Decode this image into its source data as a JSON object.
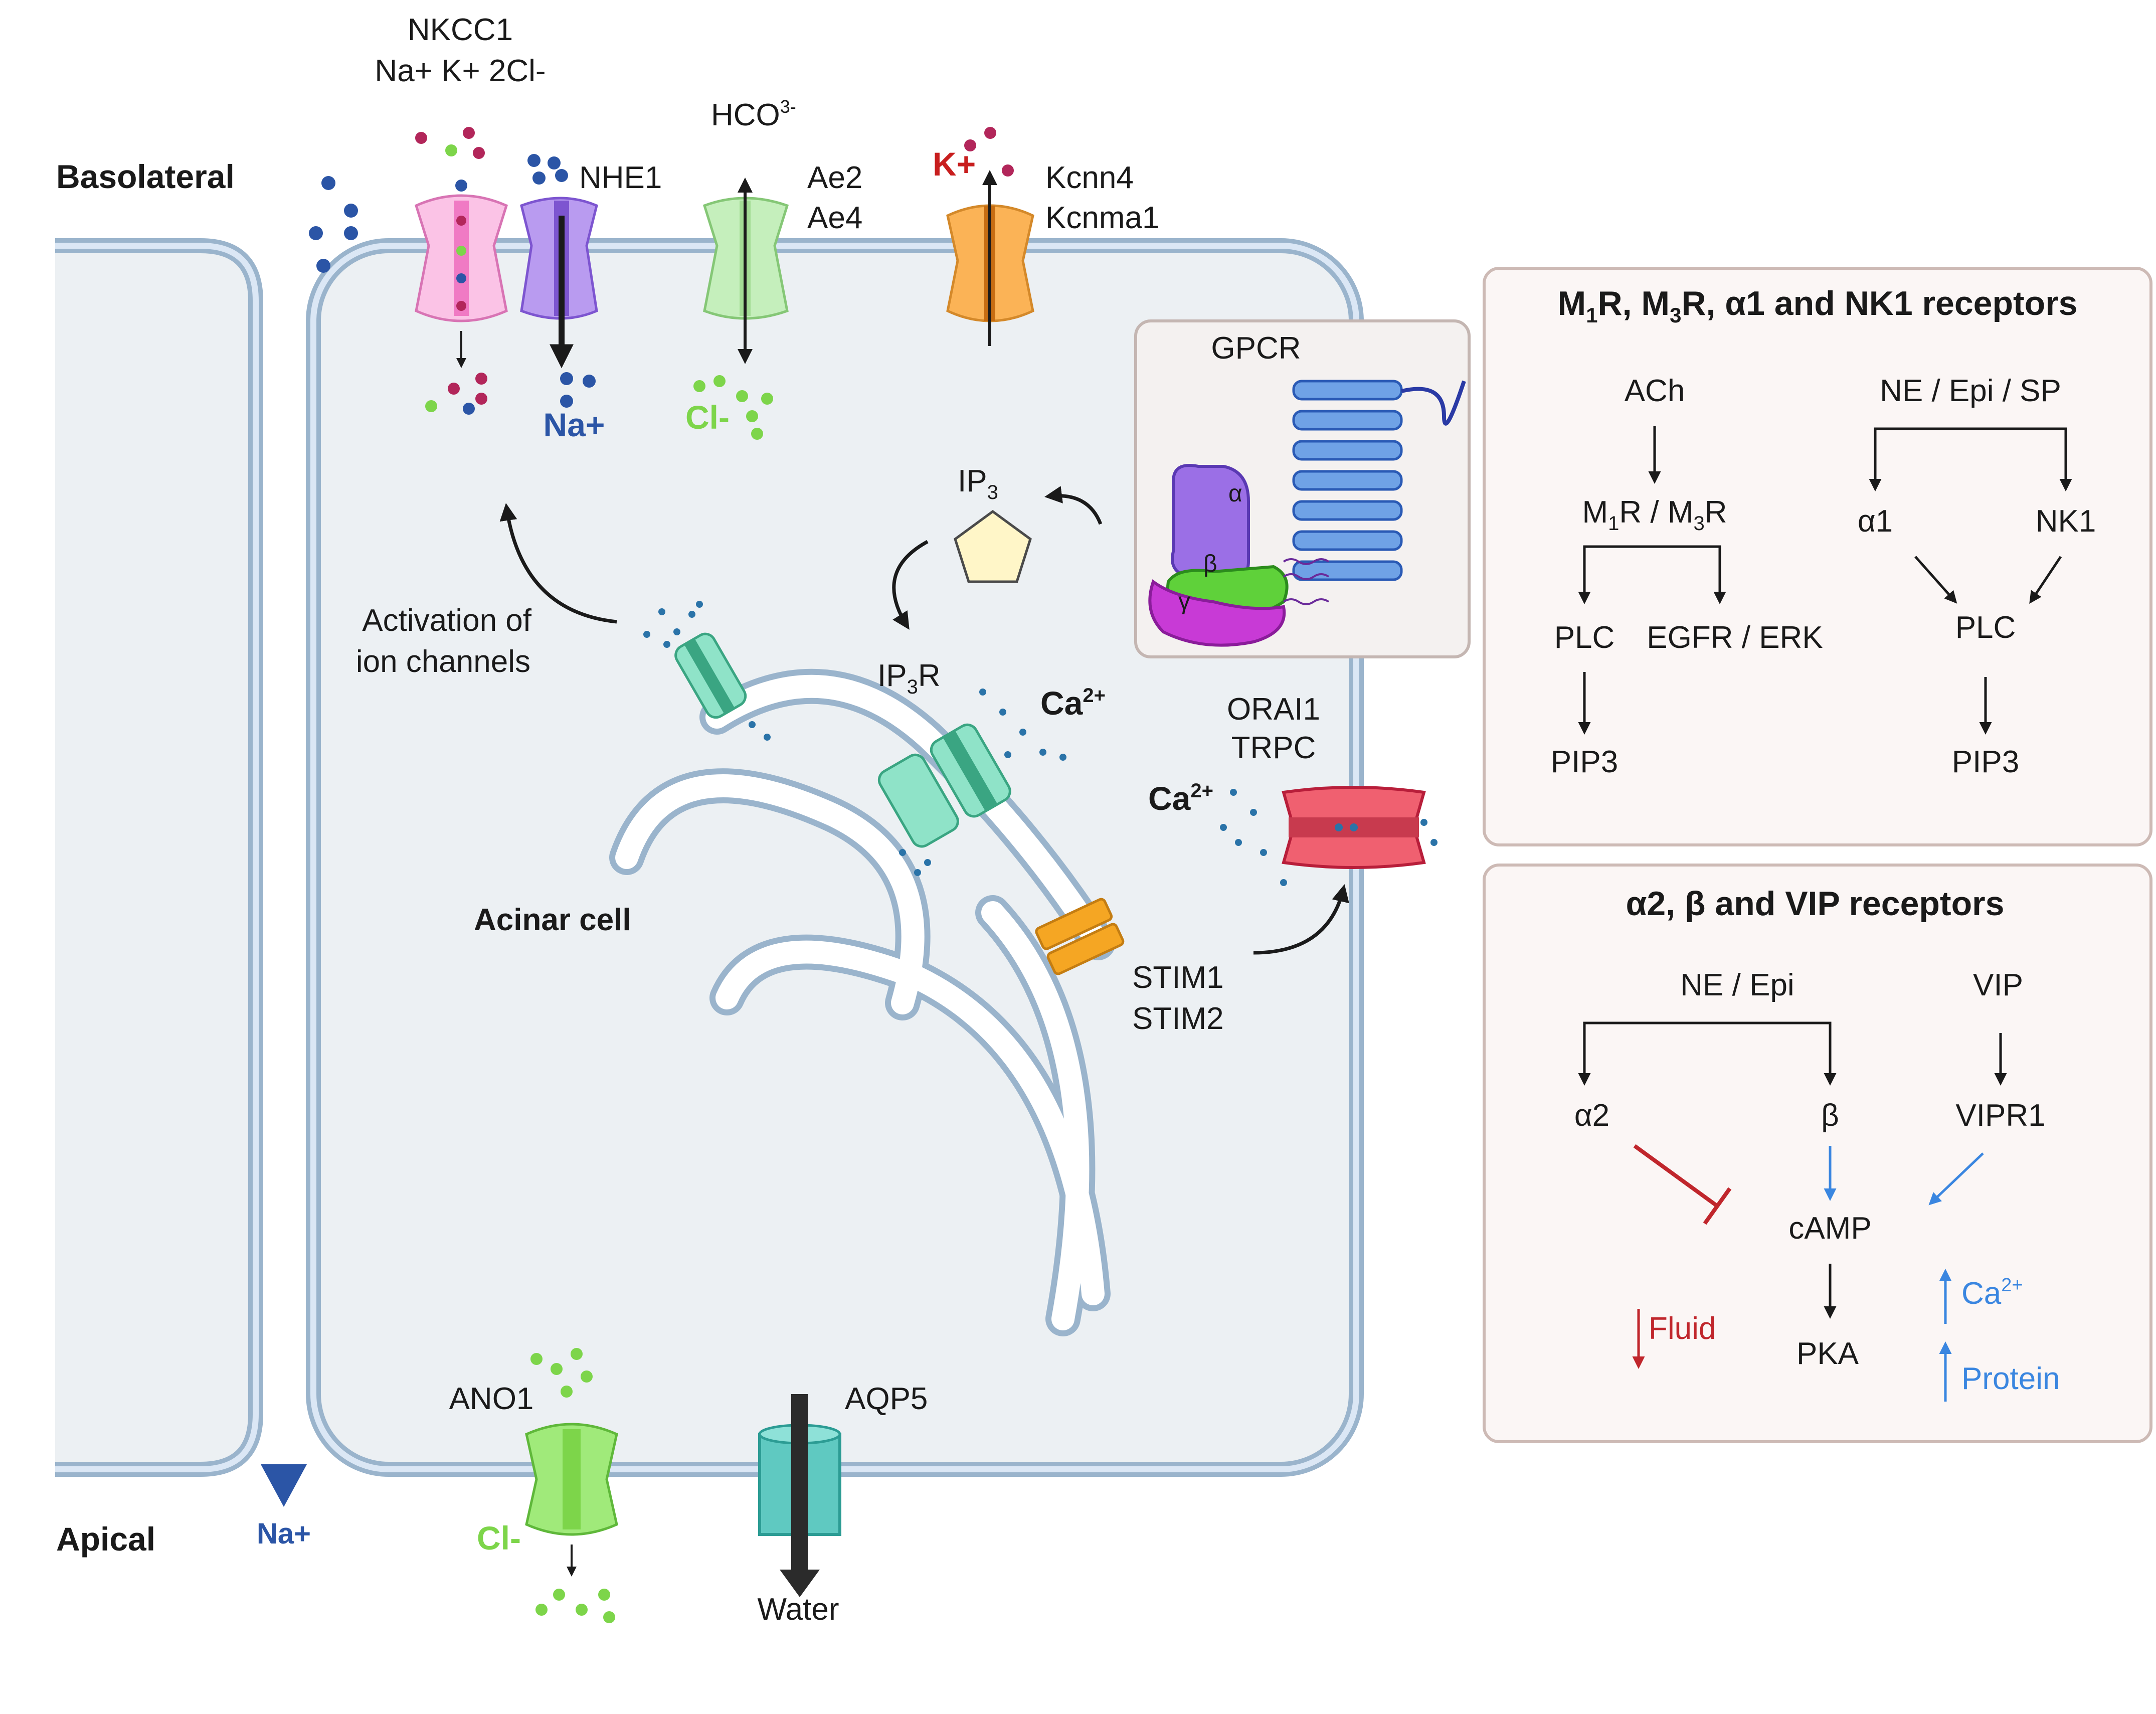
{
  "side_labels": {
    "basolateral": "Basolateral",
    "apical": "Apical"
  },
  "channels": {
    "nkcc1": {
      "name": "NKCC1",
      "ions": "Na+ K+ 2Cl-"
    },
    "nhe1": {
      "name": "NHE1",
      "ion": "Na+"
    },
    "ae": {
      "hco3": "HCO",
      "hco3_sup": "3-",
      "ae2": "Ae2",
      "ae4": "Ae4",
      "cl": "Cl-"
    },
    "k": {
      "ion": "K+",
      "kcnn4": "Kcnn4",
      "kcnma1": "Kcnma1"
    },
    "ano1": {
      "name": "ANO1",
      "cl": "Cl-"
    },
    "aqp5": {
      "name": "AQP5",
      "water": "Water"
    },
    "paracellular_na": "Na+"
  },
  "cell": {
    "label": "Acinar cell",
    "gpcr": {
      "title": "GPCR",
      "alpha": "α",
      "beta": "β",
      "gamma": "γ"
    },
    "ip3": {
      "main": "IP",
      "sub": "3"
    },
    "ip3r": {
      "main": "IP",
      "sub": "3",
      "tail": "R"
    },
    "ca1": {
      "main": "Ca",
      "sup": "2+"
    },
    "ca2": {
      "main": "Ca",
      "sup": "2+"
    },
    "activation": [
      "Activation of",
      "ion channels"
    ],
    "orai": [
      "ORAI1",
      "TRPC"
    ],
    "stim": [
      "STIM1",
      "STIM2"
    ]
  },
  "panel1": {
    "title": {
      "m": "M",
      "sub1": "1",
      "r1": "R, M",
      "sub2": "3",
      "rest": "R, α1 and NK1 receptors"
    },
    "ach": "ACh",
    "mr": {
      "m": "M",
      "s1": "1",
      "r": "R / M",
      "s2": "3",
      "end": "R"
    },
    "plc_left": "PLC",
    "egfr": "EGFR / ERK",
    "pip3_left": "PIP3",
    "nes": "NE / Epi / SP",
    "alpha1": "α1",
    "nk1": "NK1",
    "plc_right": "PLC",
    "pip3_right": "PIP3"
  },
  "panel2": {
    "title": "α2, β and  VIP receptors",
    "neepi": "NE / Epi",
    "vip": "VIP",
    "alpha2": "α2",
    "beta": "β",
    "vipr1": "VIPR1",
    "camp": "cAMP",
    "pka": "PKA",
    "fluid": "Fluid",
    "ca": {
      "main": "Ca",
      "sup": "2+"
    },
    "protein": "Protein"
  },
  "colors": {
    "membrane_outer": "#9ab4cc",
    "membrane_inner": "#dbe7f5",
    "cytoplasm": "#ecf0f3",
    "panel_bg": "#fbf6f5",
    "panel_border": "#cdbab5",
    "na_blue": "#2b55a6",
    "cl_green": "#7dd54a",
    "k_red": "#c81e1e",
    "ca_dot": "#2a73a8",
    "inhibit_red": "#c0262c",
    "activate_blue": "#3a86e0"
  }
}
